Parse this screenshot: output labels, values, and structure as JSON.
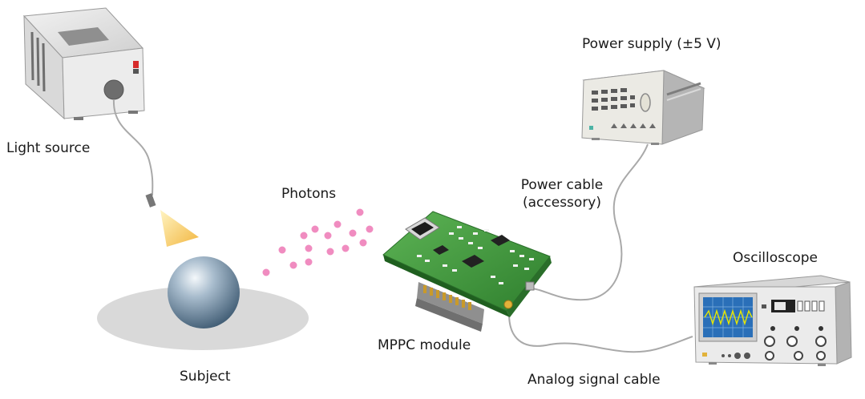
{
  "labels": {
    "light_source": "Light source",
    "photons": "Photons",
    "subject": "Subject",
    "mppc_module": "MPPC module",
    "power_supply": "Power supply (±5 V)",
    "power_cable_line1": "Power cable",
    "power_cable_line2": "(accessory)",
    "oscilloscope": "Oscilloscope",
    "analog_signal_cable": "Analog signal cable"
  },
  "colors": {
    "pcb_green": "#3f9a3a",
    "photon_pink": "#f08cc0",
    "light_cone": "#f7c65a",
    "oscilloscope_screen": "#2a6fb8",
    "waveform": "#e6e600",
    "sphere": "#6f8ea8",
    "cable": "#a9a9a9"
  },
  "icons": [
    "light-source-device-icon",
    "power-supply-device-icon",
    "oscilloscope-device-icon",
    "mppc-module-board-icon",
    "sphere-subject-icon"
  ]
}
